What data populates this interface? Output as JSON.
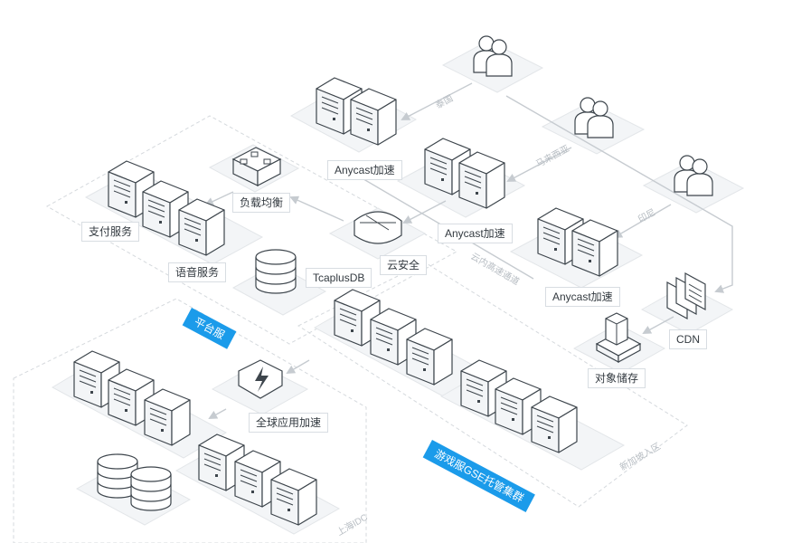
{
  "labels": {
    "anycast_1": "Anycast加速",
    "anycast_2": "Anycast加速",
    "anycast_3": "Anycast加速",
    "payment": "支付服务",
    "voice": "语音服务",
    "load_balance": "负载均衡",
    "tcaplusdb": "TcaplusDB",
    "cloud_security": "云安全",
    "global_accel": "全球应用加速",
    "cdn": "CDN",
    "object_storage": "对象储存"
  },
  "regions": {
    "platform": "平台服",
    "game_cluster": "游戏服GSE托管集群"
  },
  "path_labels": {
    "thailand": "泰国",
    "malaysia": "马来西亚",
    "india": "印尼",
    "intranet": "云内高速通道",
    "shanghai": "上海IDC",
    "singapore": "新加坡入区"
  },
  "colors": {
    "accent": "#1b9bea",
    "line": "#c6cbd0",
    "stroke": "#3d454c",
    "fill": "#ffffff"
  }
}
